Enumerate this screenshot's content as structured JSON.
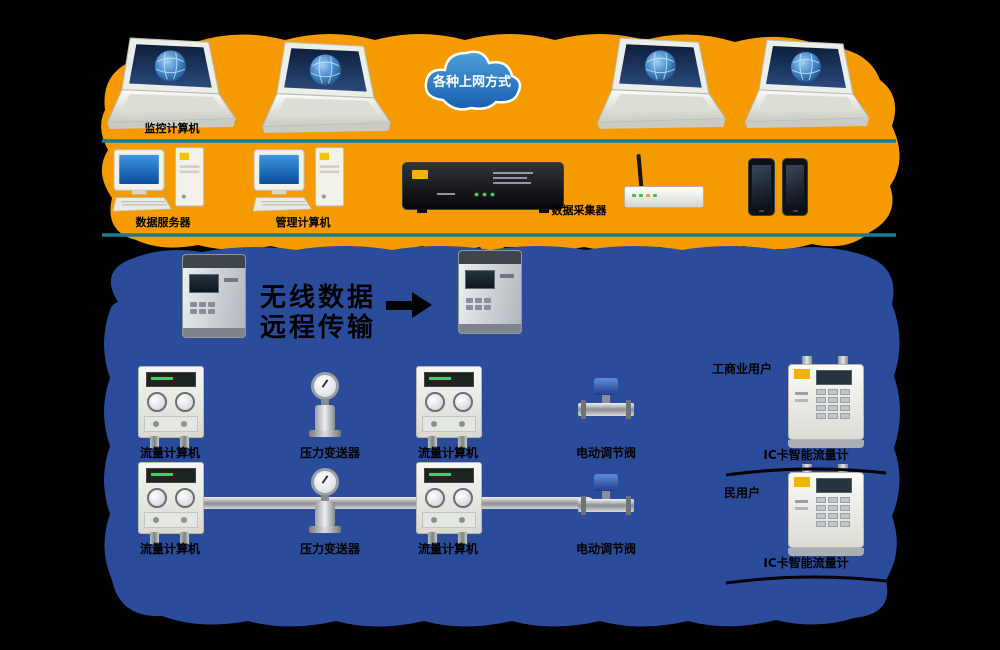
{
  "diagram": {
    "cloud_label": "各种上网方式",
    "colors": {
      "background": "#000000",
      "orange_band": "#F59B00",
      "blue_band": "#2B4B9B",
      "divider_teal": "#1A7F8E",
      "cloud_blue": "#1760AE",
      "label_text": "#000000"
    },
    "top_row": {
      "laptop_label": "监控计算机"
    },
    "middle_row": {
      "labels": [
        "数据服务器",
        "管理计算机",
        "数据采集器"
      ]
    },
    "kiosk_section": {
      "transfer_line1": "无线数据",
      "transfer_line2": "远程传输"
    },
    "device_rows": {
      "row1_labels": [
        "流量计算机",
        "压力变送器",
        "流量计算机",
        "电动调节阀"
      ],
      "row2_labels": [
        "流量计算机",
        "压力变送器",
        "流量计算机",
        "电动调节阀"
      ]
    },
    "right_column": {
      "note_top": "工商业用户",
      "meter1_label": "IC卡智能流量计",
      "note_mid": "民用户",
      "meter2_label": "IC卡智能流量计"
    }
  }
}
